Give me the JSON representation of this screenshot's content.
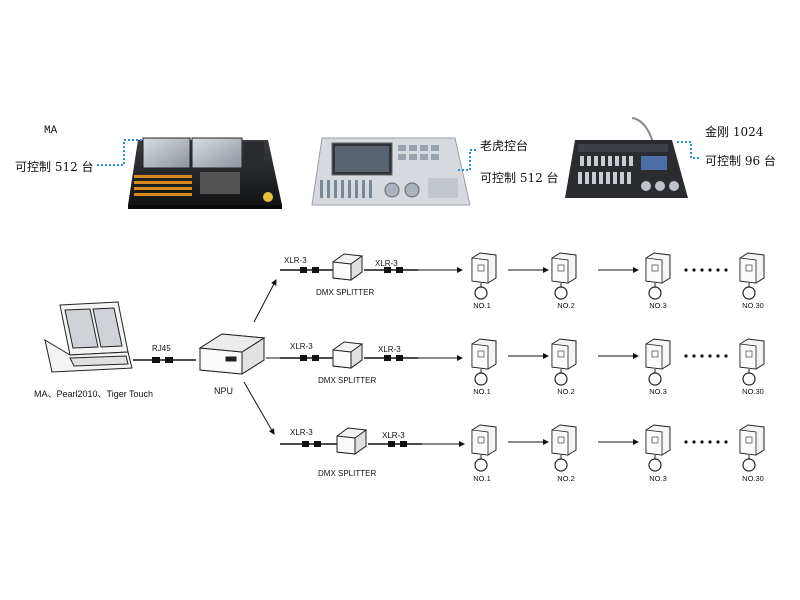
{
  "consoles": {
    "ma": {
      "name": "MA",
      "capacity": "可控制 512 台"
    },
    "tiger": {
      "name": "老虎控台",
      "capacity": "可控制 512 台"
    },
    "jingang": {
      "name": "金刚 1024",
      "capacity": "可控制 96 台"
    }
  },
  "system": {
    "console_label": "MA、Pearl2010、Tiger Touch",
    "rj45_label": "RJ45",
    "npu_label": "NPU",
    "branches": [
      {
        "xlr_in": "XLR-3",
        "xlr_out": "XLR-3",
        "splitter_label": "DMX SPLITTER",
        "fixtures": [
          "NO.1",
          "NO.2",
          "NO.3",
          "NO.30"
        ]
      },
      {
        "xlr_in": "XLR-3",
        "xlr_out": "XLR-3",
        "splitter_label": "DMX SPLITTER",
        "fixtures": [
          "NO.1",
          "NO.2",
          "NO.3",
          "NO.30"
        ]
      },
      {
        "xlr_in": "XLR-3",
        "xlr_out": "XLR-3",
        "splitter_label": "DMX SPLITTER",
        "fixtures": [
          "NO.1",
          "NO.2",
          "NO.3",
          "NO.30"
        ]
      }
    ]
  }
}
